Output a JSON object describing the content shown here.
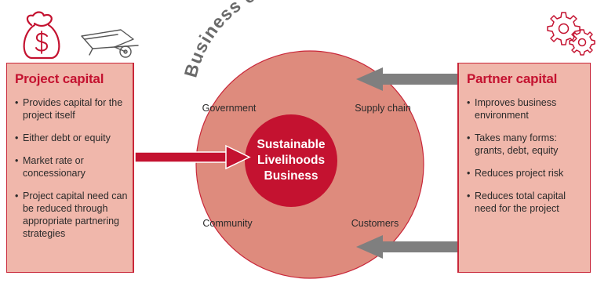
{
  "left_panel": {
    "title": "Project capital",
    "items": [
      "Provides capital for the project itself",
      "Either debt or equity",
      "Market rate or concessionary",
      "Project capital need can be reduced through appropriate partnering strategies"
    ]
  },
  "right_panel": {
    "title": "Partner capital",
    "items": [
      "Improves business environment",
      "Takes many forms: grants, debt, equity",
      "Reduces project risk",
      "Reduces total capital need for the project"
    ]
  },
  "circle": {
    "arc_title": "Business environment",
    "quadrants": {
      "top_left": "Government",
      "top_right": "Supply chain",
      "bottom_left": "Community",
      "bottom_right": "Customers"
    },
    "center_lines": [
      "Sustainable",
      "Livelihoods",
      "Business"
    ]
  },
  "icons": [
    "money-bag-icon",
    "wheelbarrow-icon",
    "gears-icon"
  ],
  "colors": {
    "accent_red": "#c41230",
    "outer_circle": "#de8b7d",
    "panel_fill": "#f0b7ab",
    "arrow_gray": "#7f7f7f"
  }
}
